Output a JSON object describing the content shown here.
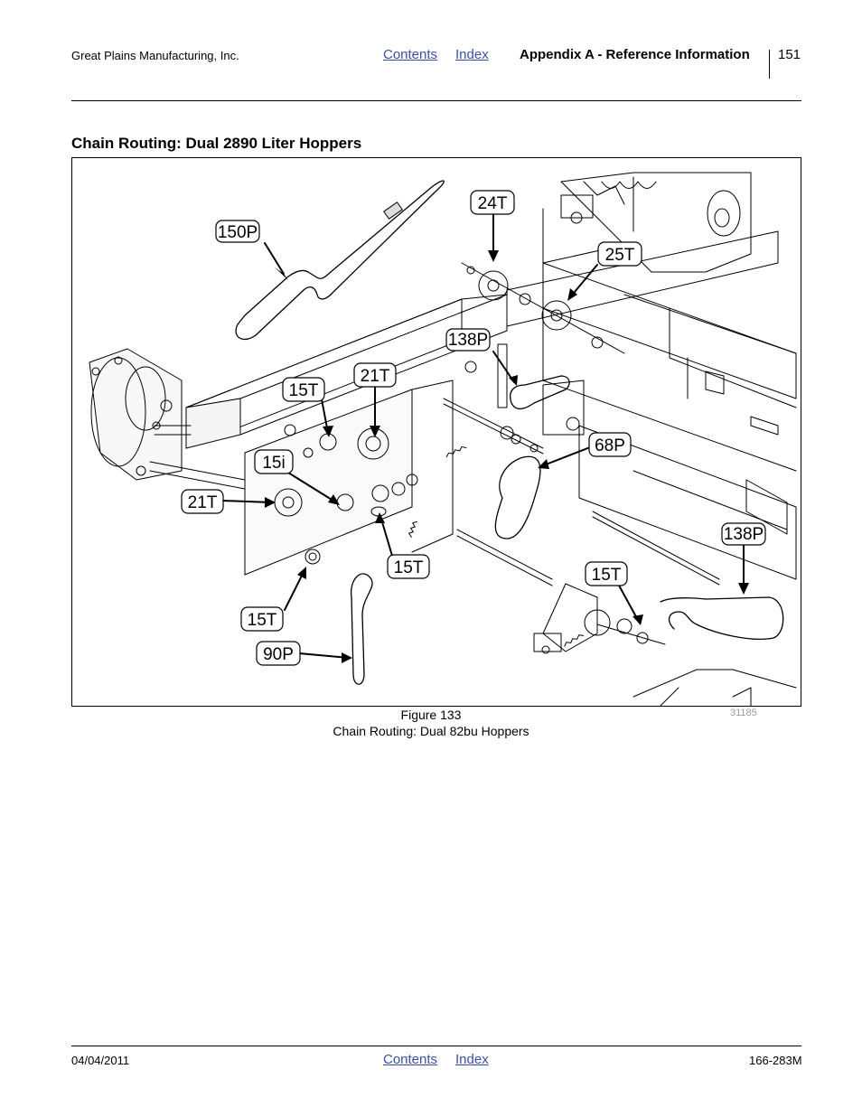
{
  "header": {
    "company": "Great Plains Manufacturing, Inc.",
    "contents_link": "Contents",
    "index_link": "Index",
    "section": "Appendix A - Reference Information",
    "page_number": "151"
  },
  "section_title": "Chain Routing: Dual 2890 Liter Hoppers",
  "figure": {
    "callouts": [
      "150P",
      "24T",
      "25T",
      "138P",
      "21T",
      "15T",
      "15i",
      "68P",
      "21T",
      "138P",
      "15T",
      "15T",
      "15T",
      "90P"
    ],
    "number": "Figure 133",
    "caption": "Chain Routing: Dual 82bu Hoppers",
    "image_id": "31185"
  },
  "footer": {
    "date": "04/04/2011",
    "contents_link": "Contents",
    "index_link": "Index",
    "doc_number": "166-283M"
  }
}
